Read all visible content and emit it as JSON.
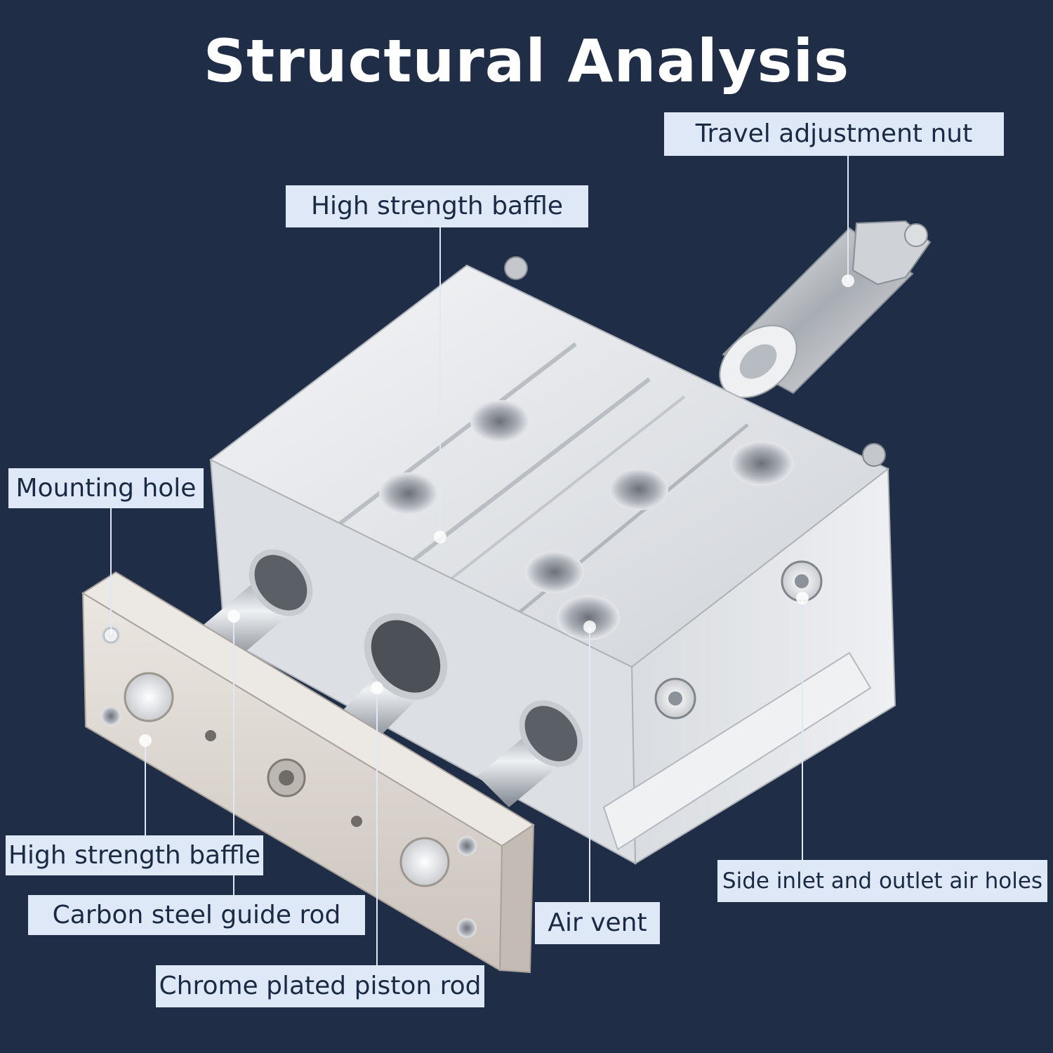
{
  "title": "Structural Analysis",
  "labels": {
    "travel_adjustment_nut": "Travel adjustment nut",
    "high_strength_baffle_top": "High strength baffle",
    "mounting_hole": "Mounting hole",
    "high_strength_baffle_left": "High strength baffle",
    "carbon_steel_guide_rod": "Carbon steel guide rod",
    "chrome_plated_piston_rod": "Chrome plated piston rod",
    "air_vent": "Air vent",
    "side_inlet_outlet_air_holes": "Side inlet and outlet air holes"
  },
  "colors": {
    "background": "#1f2d47",
    "label_background": "#dfe8f6",
    "label_text": "#1a2a44",
    "title_text": "#ffffff",
    "leader_line": "#dfe8f6",
    "aluminum_body": "#e3e5e8",
    "steel_plate": "#d8d2cc"
  }
}
